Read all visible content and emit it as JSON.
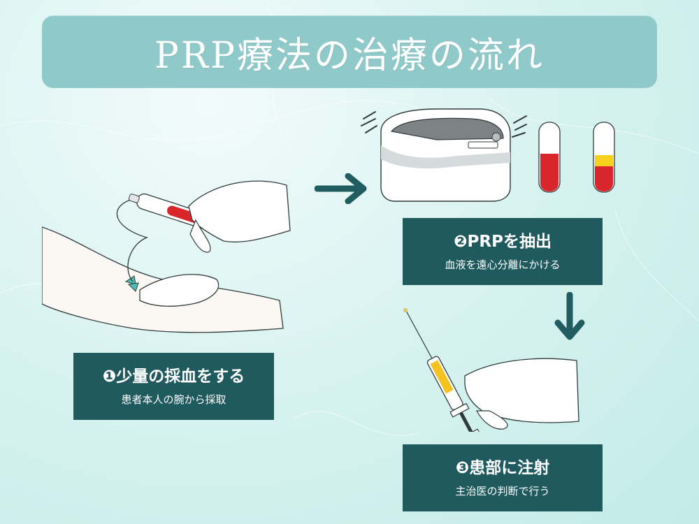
{
  "title": "PRP療法の治療の流れ",
  "steps": [
    {
      "heading": "❶少量の採血をする",
      "description": "患者本人の腕から採取"
    },
    {
      "heading": "❷PRPを抽出",
      "description": "血液を遠心分離にかける"
    },
    {
      "heading": "❸患部に注射",
      "description": "主治医の判断で行う"
    }
  ],
  "colors": {
    "title_bar": "#8fc9ca",
    "step_box": "#1f5a5f",
    "arrow": "#215c60",
    "blood": "#d9262c",
    "plasma": "#f6d21f"
  },
  "icons": [
    "blood-draw-illustration",
    "centrifuge-illustration",
    "test-tube-icon",
    "syringe-injection-illustration",
    "arrow-right-icon",
    "arrow-down-icon"
  ]
}
